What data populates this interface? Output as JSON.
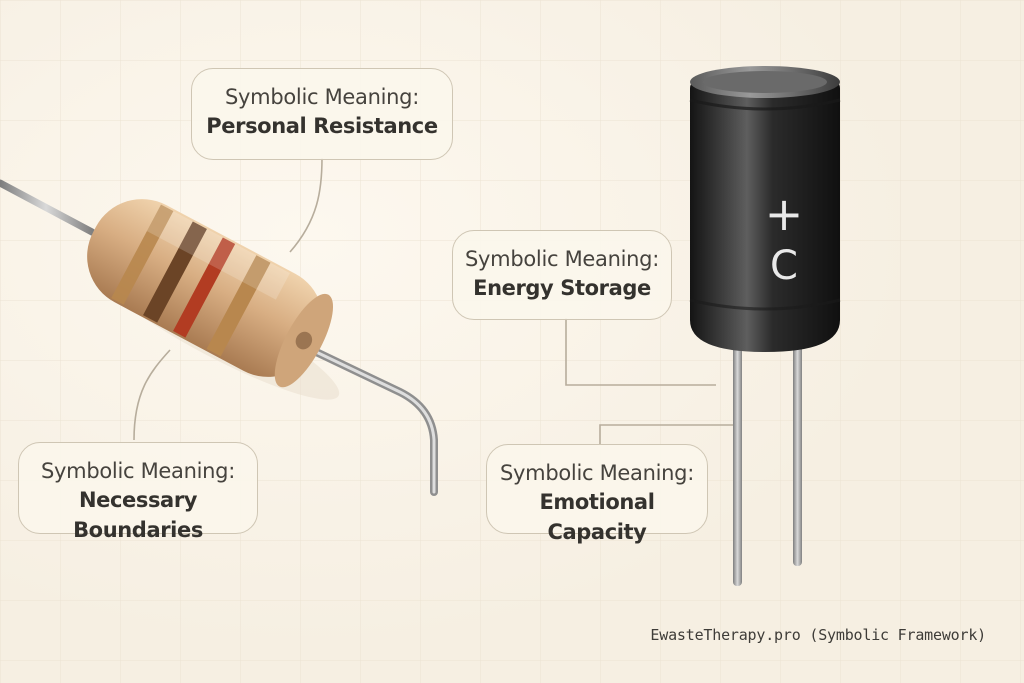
{
  "labels": {
    "personal_resistance": {
      "line1": "Symbolic Meaning:",
      "line2": "Personal Resistance"
    },
    "necessary_boundaries": {
      "line1": "Symbolic Meaning:",
      "line2": "Necessary Boundaries"
    },
    "energy_storage": {
      "line1": "Symbolic Meaning:",
      "line2": "Energy Storage"
    },
    "emotional_capacity": {
      "line1": "Symbolic Meaning:",
      "line2": "Emotional Capacity"
    }
  },
  "capacitor": {
    "polarity": "+",
    "letter": "C"
  },
  "credit": "EwasteTherapy.pro (Symbolic Framework)",
  "colors": {
    "background": "#fbf5ea",
    "grid": "#ece3d3",
    "resistor_body": "#dcb48a",
    "band_brown": "#6b4426",
    "band_red": "#b23c22",
    "band_gold": "#b8874e",
    "capacitor_body": "#2a2a2a",
    "lead": "#9a9a9a"
  }
}
